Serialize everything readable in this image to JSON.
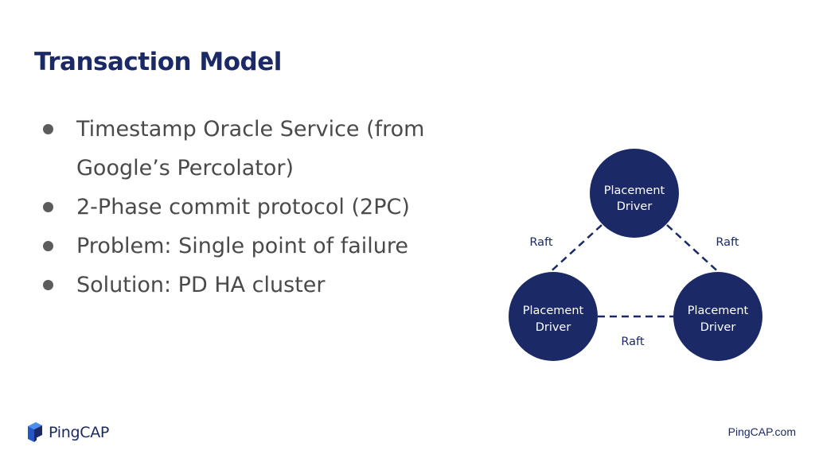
{
  "slide": {
    "title": "Transaction Model",
    "bullets": [
      {
        "text": "Timestamp Oracle Service (from Google’s Percolator)"
      },
      {
        "text": "2-Phase commit protocol (2PC)"
      },
      {
        "text": "Problem: Single point of failure"
      },
      {
        "text": "Solution: PD HA cluster"
      }
    ]
  },
  "diagram": {
    "nodes": [
      {
        "line1": "Placement",
        "line2": "Driver"
      },
      {
        "line1": "Placement",
        "line2": "Driver"
      },
      {
        "line1": "Placement",
        "line2": "Driver"
      }
    ],
    "edges": [
      {
        "label": "Raft"
      },
      {
        "label": "Raft"
      },
      {
        "label": "Raft"
      }
    ],
    "node_color": "#1b2a66",
    "edge_color": "#1b2a66"
  },
  "footer": {
    "logo_text": "PingCAP",
    "logo_icon": "pingcap-logo-icon",
    "website": "PingCAP.com"
  }
}
